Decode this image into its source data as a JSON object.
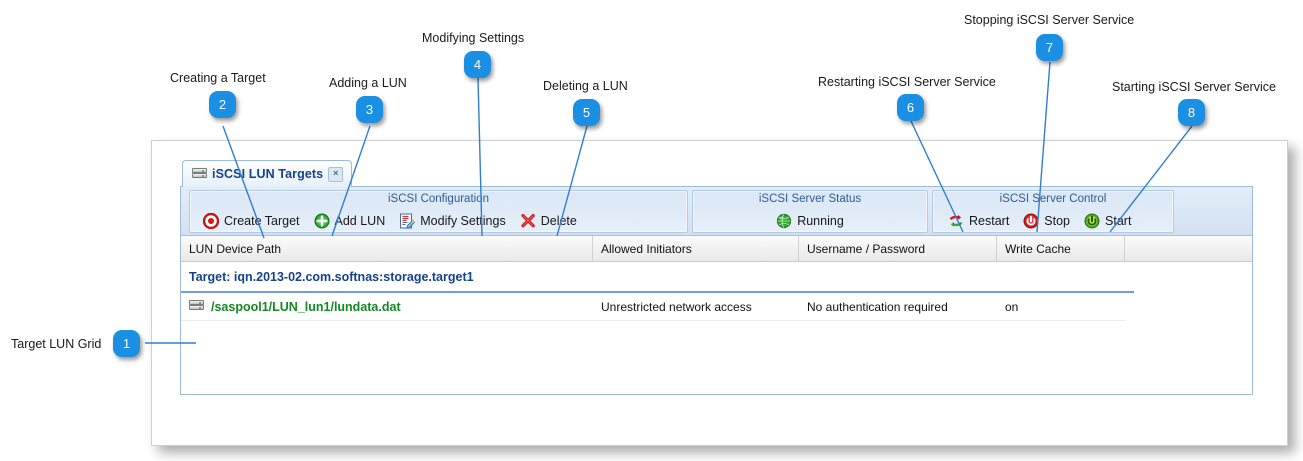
{
  "window": {
    "tab": {
      "title": "iSCSI LUN Targets",
      "icon": "drive-icon",
      "close_label": "×"
    }
  },
  "toolbar": {
    "groups": [
      {
        "name": "iscsi-configuration",
        "title": "iSCSI Configuration",
        "items": [
          {
            "label": "Create Target",
            "icon": "target-icon"
          },
          {
            "label": "Add LUN",
            "icon": "add-circle-icon"
          },
          {
            "label": "Modify Settings",
            "icon": "document-edit-icon"
          },
          {
            "label": "Delete",
            "icon": "red-x-icon"
          }
        ]
      },
      {
        "name": "iscsi-server-status",
        "title": "iSCSI Server Status",
        "items": [
          {
            "label": "Running",
            "icon": "green-globe-icon"
          }
        ]
      },
      {
        "name": "iscsi-server-control",
        "title": "iSCSI Server Control",
        "items": [
          {
            "label": "Restart",
            "icon": "restart-arrows-icon"
          },
          {
            "label": "Stop",
            "icon": "red-power-icon"
          },
          {
            "label": "Start",
            "icon": "green-power-icon"
          }
        ]
      }
    ]
  },
  "grid": {
    "columns": [
      "LUN Device Path",
      "Allowed Initiators",
      "Username / Password",
      "Write Cache",
      ""
    ],
    "group_label": "Target: iqn.2013-02.com.softnas:storage.target1",
    "rows": [
      {
        "icon": "drive-icon",
        "path": "/saspool1/LUN_lun1/lundata.dat",
        "initiators": "Unrestricted network access",
        "auth": "No authentication required",
        "write_cache": "on"
      }
    ]
  },
  "callouts": [
    {
      "n": "1",
      "label": "Target LUN Grid"
    },
    {
      "n": "2",
      "label": "Creating a Target"
    },
    {
      "n": "3",
      "label": "Adding a LUN"
    },
    {
      "n": "4",
      "label": "Modifying Settings"
    },
    {
      "n": "5",
      "label": "Deleting a LUN"
    },
    {
      "n": "6",
      "label": "Restarting iSCSI Server Service"
    },
    {
      "n": "7",
      "label": "Stopping iSCSI Server Service"
    },
    {
      "n": "8",
      "label": "Starting iSCSI Server Service"
    }
  ],
  "colors": {
    "badge": "#1a8fe3",
    "leader_line": "#2f7fd0",
    "tab_title": "#15428b",
    "group_title": "#2f5c96",
    "lun_path": "#128a21"
  }
}
